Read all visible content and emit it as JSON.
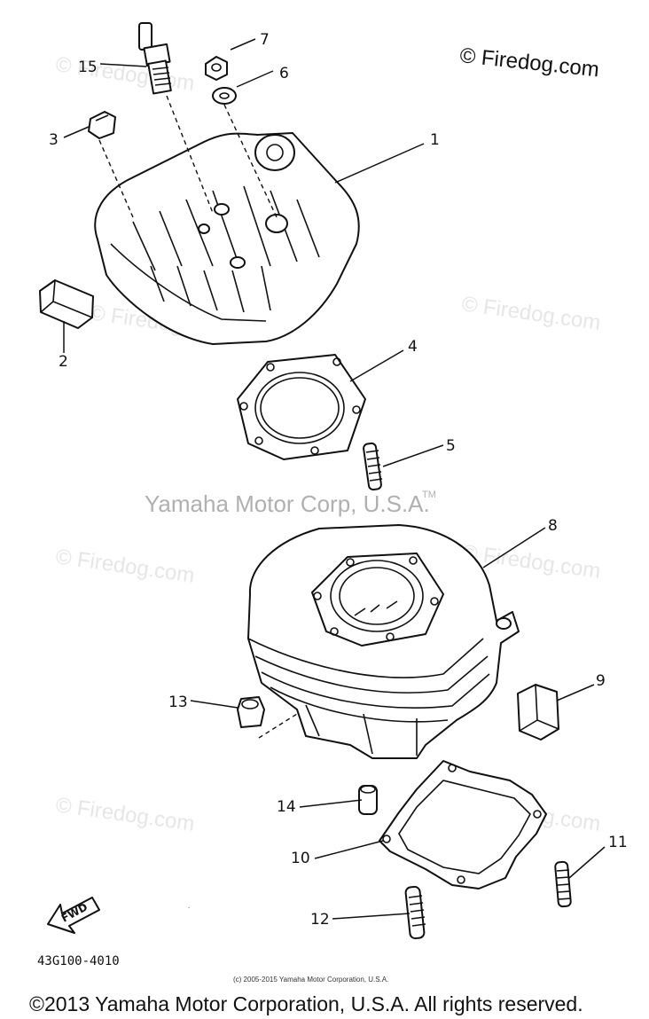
{
  "watermarks": {
    "top_right": "© Firedog.com",
    "repeat": "© Firedog.com"
  },
  "center_mark": "Yamaha Motor Corp, U.S.A.",
  "trademark": "TM",
  "callouts": {
    "p1": "1",
    "p2": "2",
    "p3": "3",
    "p4": "4",
    "p5": "5",
    "p6": "6",
    "p7": "7",
    "p8": "8",
    "p9": "9",
    "p10": "10",
    "p11": "11",
    "p12": "12",
    "p13": "13",
    "p14": "14",
    "p15": "15"
  },
  "fwd_label": "FWD",
  "drawing_code": "43G100-4010",
  "small_notice": "(c) 2005-2015 Yamaha Motor Corporation, U.S.A.",
  "copyright": "©2013 Yamaha Motor Corporation, U.S.A. All rights reserved."
}
